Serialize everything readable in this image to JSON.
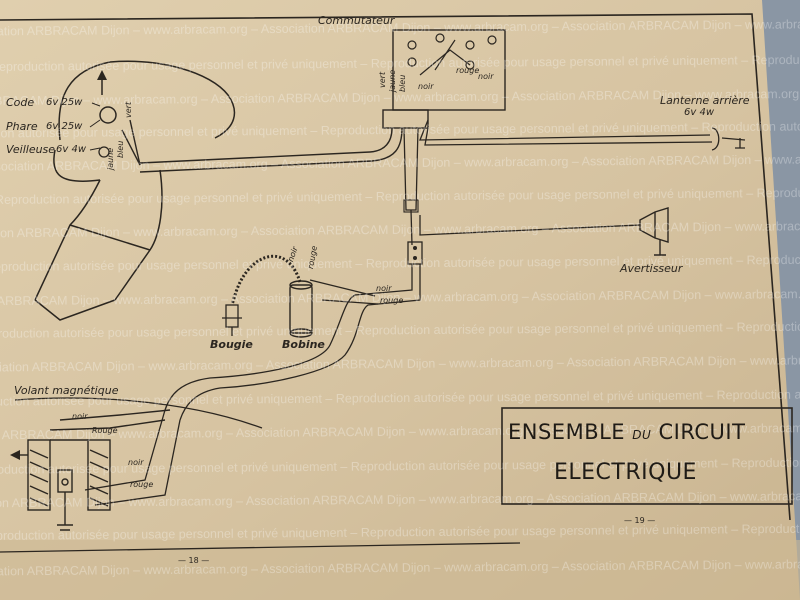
{
  "title": {
    "line1_part1": "ENSEMBLE",
    "line1_part2": "DU",
    "line1_part3": "CIRCUIT",
    "line2": "ELECTRIQUE"
  },
  "components": {
    "commutateur": "Commutateur",
    "code": "Code",
    "code_spec": "6v 25w",
    "phare": "Phare",
    "phare_spec": "6v 25w",
    "veilleuse": "Veilleuse",
    "veilleuse_spec": "6v 4w",
    "lanterne": "Lanterne arrière",
    "lanterne_spec": "6v 4w",
    "avertisseur": "Avertisseur",
    "bougie": "Bougie",
    "bobine": "Bobine",
    "volant": "Volant magnétique"
  },
  "wires": {
    "commutateur_left": [
      "vert",
      "jaune",
      "bleu"
    ],
    "commutateur_right": [
      "noir",
      "rouge",
      "noir"
    ],
    "phare_vert": "vert",
    "phare_bleu": "bleu",
    "phare_jaune": "jaune",
    "bobine_noir": "noir",
    "bobine_rouge": "rouge",
    "junction_noir": "noir",
    "junction_rouge": "rouge",
    "volant_noir_top": "noir",
    "volant_rouge_top": "Rouge",
    "volant_noir": "noir",
    "volant_rouge": "rouge"
  },
  "page_numbers": {
    "right": "— 19 —",
    "left": "— 18 —"
  },
  "watermark": {
    "line_a": "Association ARBRACAM Dijon – www.arbracam.org – Association ARBRACAM Dijon – www.arbracam.org – Association ARBRACAM Dijon – www.arbracam.org – Association ARBRACAM Dijon",
    "line_b": "Reproduction autorisée pour usage personnel et privé uniquement – Reproduction autorisée pour usage personnel et privé uniquement – Reproduction autorisée pour usage personnel et privé uniquement"
  },
  "colors": {
    "paper": "#d9c8a8",
    "ink": "#2b2620",
    "background": "#8a96a4"
  }
}
